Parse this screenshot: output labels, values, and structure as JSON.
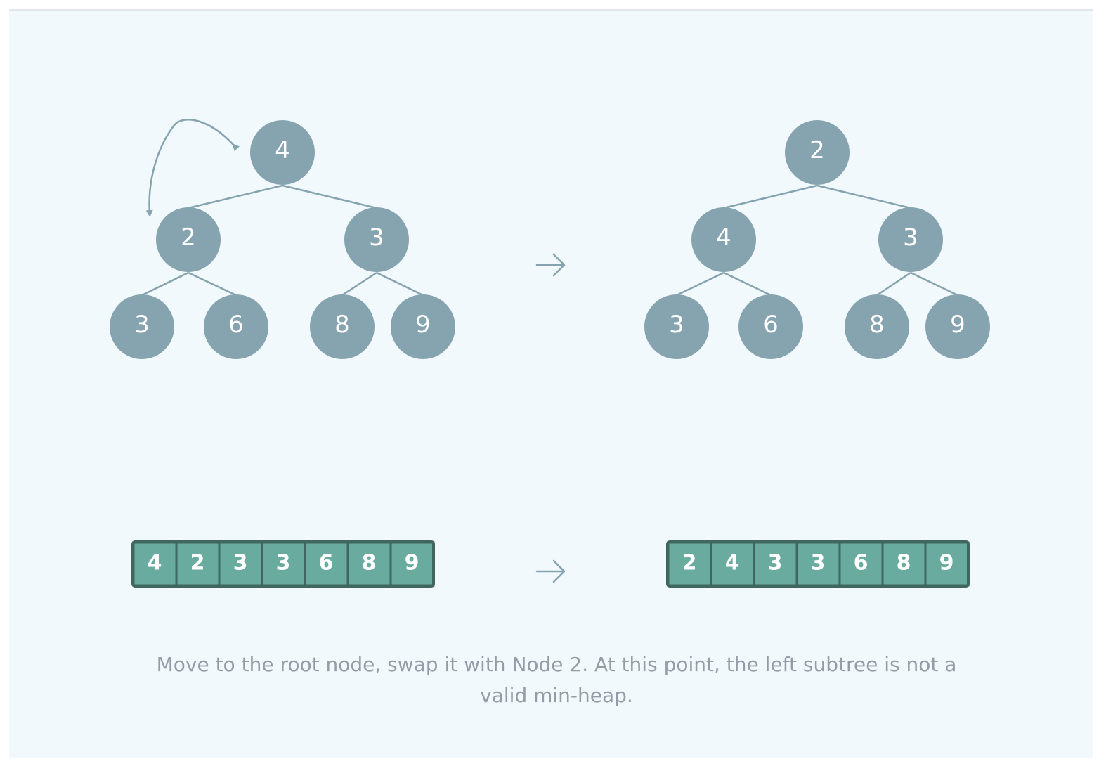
{
  "before": {
    "tree": [
      "4",
      "2",
      "3",
      "3",
      "6",
      "8",
      "9"
    ],
    "array": [
      "4",
      "2",
      "3",
      "3",
      "6",
      "8",
      "9"
    ]
  },
  "after": {
    "tree": [
      "2",
      "4",
      "3",
      "3",
      "6",
      "8",
      "9"
    ],
    "array": [
      "2",
      "4",
      "3",
      "3",
      "6",
      "8",
      "9"
    ]
  },
  "swap": {
    "from_index": 0,
    "to_index": 1
  },
  "caption": "Move to the root node, swap it with Node 2. At this point, the left subtree is not a valid min-heap.",
  "colors": {
    "node": "#86a3b0",
    "array_cell": "#69ab9f",
    "array_border": "#3f675f",
    "background": "#f2f9fc",
    "caption_text": "#949ca7"
  }
}
